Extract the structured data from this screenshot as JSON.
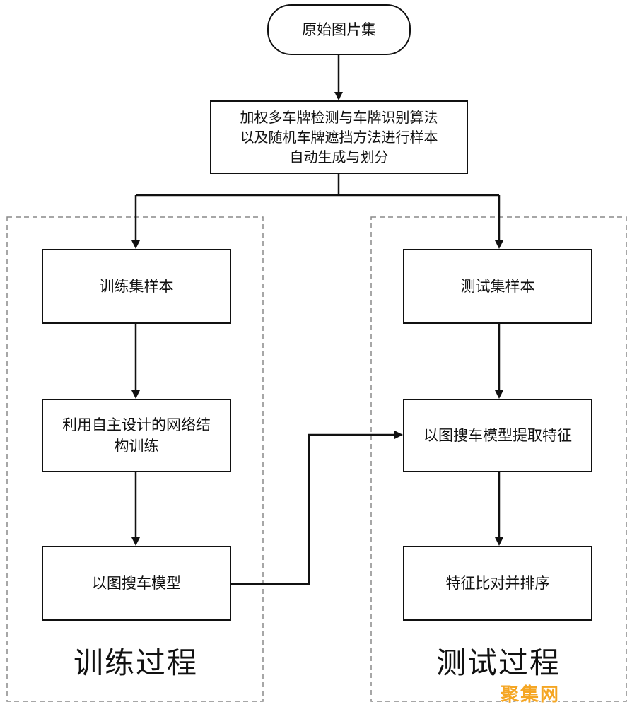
{
  "flowchart": {
    "start": "原始图片集",
    "process": [
      "加权多车牌检测与车牌识别算法",
      "以及随机车牌遮挡方法进行样本",
      "自动生成与划分"
    ],
    "train": {
      "group_label": "训练过程",
      "step1": "训练集样本",
      "step2_lines": [
        "利用自主设计的网络结",
        "构训练"
      ],
      "step3": "以图搜车模型"
    },
    "test": {
      "group_label": "测试过程",
      "step1": "测试集样本",
      "step2": "以图搜车模型提取特征",
      "step3": "特征比对并排序"
    }
  },
  "watermark": "聚集网",
  "colors": {
    "stroke": "#111111",
    "group_border": "#8a8a8a",
    "watermark": "#f5a623"
  }
}
